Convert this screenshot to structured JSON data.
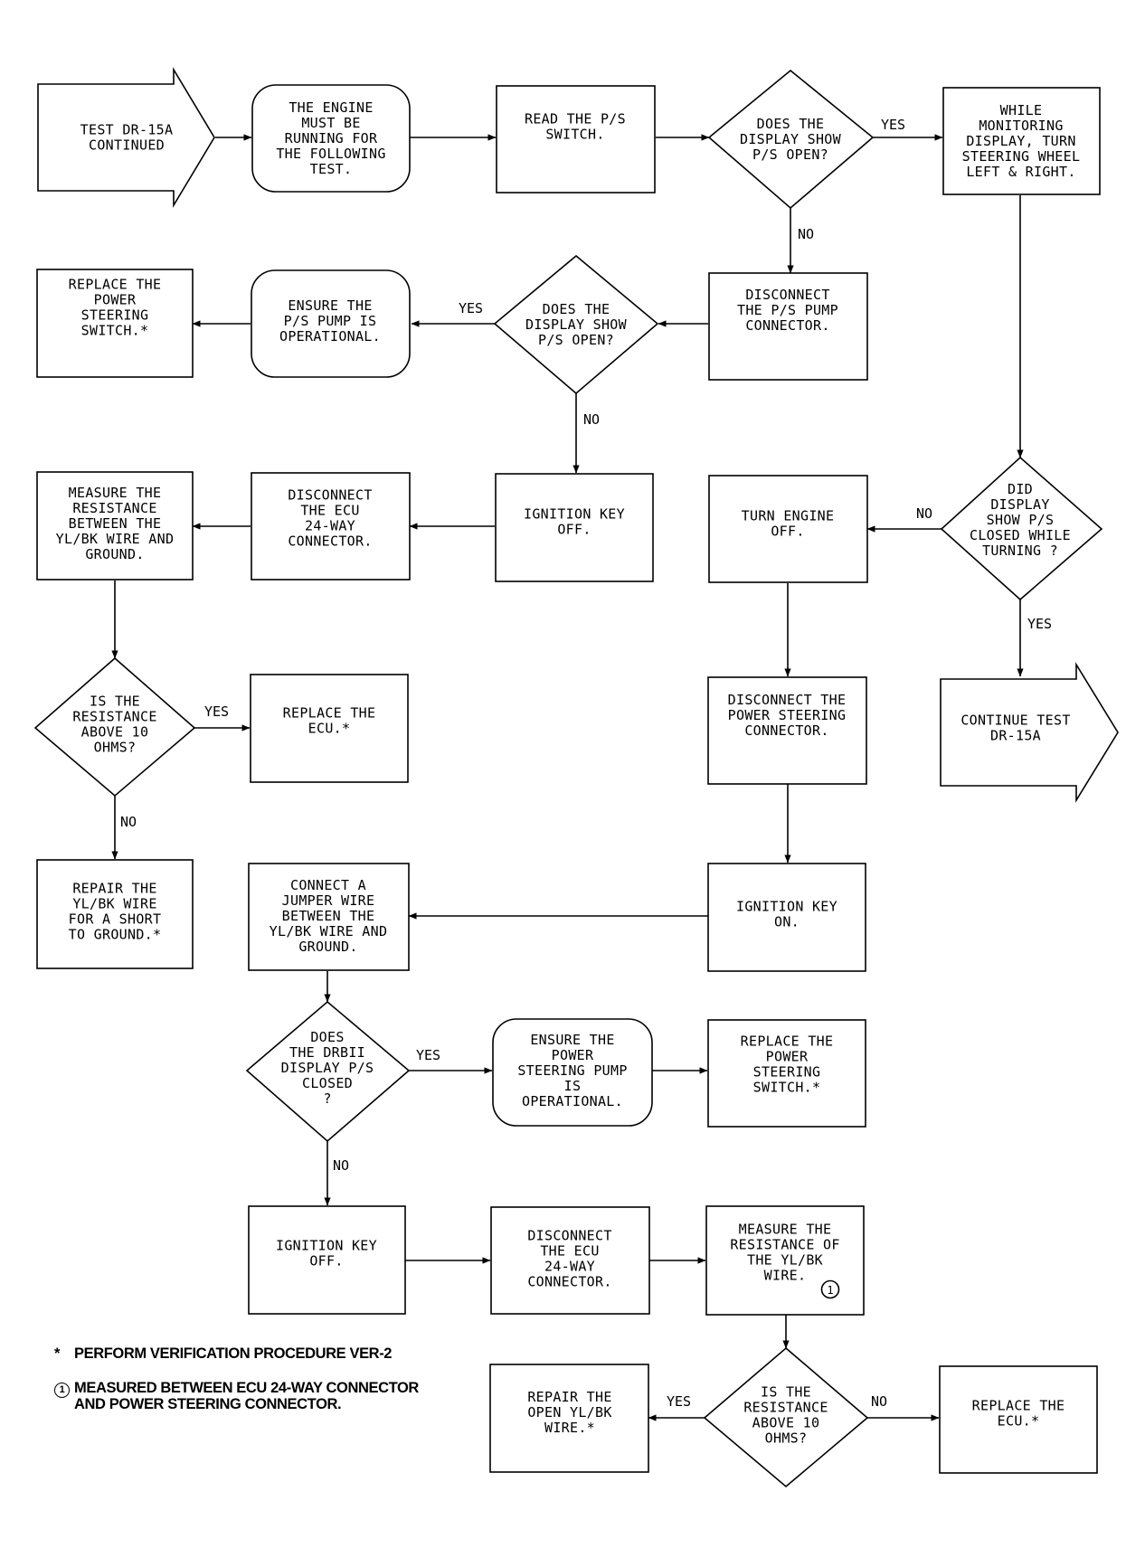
{
  "nodes": {
    "start": [
      "TEST DR-15A",
      "CONTINUED"
    ],
    "engine_running": [
      "THE ENGINE",
      "MUST BE",
      "RUNNING FOR",
      "THE FOLLOWING",
      "TEST."
    ],
    "read_ps": [
      "READ THE P/S",
      "SWITCH."
    ],
    "q_display_open": [
      "DOES THE",
      "DISPLAY SHOW",
      "P/S OPEN?"
    ],
    "monitoring": [
      "WHILE",
      "MONITORING",
      "DISPLAY, TURN",
      "STEERING WHEEL",
      "LEFT & RIGHT."
    ],
    "disconnect_pump": [
      "DISCONNECT",
      "THE P/S PUMP",
      "CONNECTOR."
    ],
    "q_display_open_2": [
      "DOES THE",
      "DISPLAY SHOW",
      "P/S OPEN?"
    ],
    "ensure_pump": [
      "ENSURE THE",
      "P/S PUMP IS",
      "OPERATIONAL."
    ],
    "replace_switch_1": [
      "REPLACE THE",
      "POWER",
      "STEERING",
      "SWITCH.*"
    ],
    "ignition_off_1": [
      "IGNITION KEY",
      "OFF."
    ],
    "disconnect_ecu_1": [
      "DISCONNECT",
      "THE ECU",
      "24-WAY",
      "CONNECTOR."
    ],
    "measure_res_1": [
      "MEASURE THE",
      "RESISTANCE",
      "BETWEEN THE",
      "YL/BK WIRE AND",
      "GROUND."
    ],
    "q_did_display": [
      "DID",
      "DISPLAY",
      "SHOW P/S",
      "CLOSED WHILE",
      "TURNING ?"
    ],
    "turn_engine_off": [
      "TURN ENGINE",
      "OFF."
    ],
    "continue": [
      "CONTINUE TEST",
      "DR-15A"
    ],
    "disconnect_ps_conn": [
      "DISCONNECT THE",
      "POWER STEERING",
      "CONNECTOR."
    ],
    "q_res_above_1": [
      "IS THE",
      "RESISTANCE",
      "ABOVE 10",
      "OHMS?"
    ],
    "replace_ecu_1": [
      "REPLACE THE",
      "ECU.*"
    ],
    "repair_short": [
      "REPAIR THE",
      "YL/BK WIRE",
      "FOR A SHORT",
      "TO GROUND.*"
    ],
    "ignition_on": [
      "IGNITION KEY",
      "ON."
    ],
    "connect_jumper": [
      "CONNECT A",
      "JUMPER WIRE",
      "BETWEEN THE",
      "YL/BK WIRE AND",
      "GROUND."
    ],
    "q_drbii": [
      "DOES",
      "THE DRBII",
      "DISPLAY P/S",
      "CLOSED",
      "?"
    ],
    "ensure_pump_2": [
      "ENSURE THE",
      "POWER",
      "STEERING PUMP",
      "IS",
      "OPERATIONAL."
    ],
    "replace_switch_2": [
      "REPLACE THE",
      "POWER",
      "STEERING",
      "SWITCH.*"
    ],
    "ignition_off_2": [
      "IGNITION KEY",
      "OFF."
    ],
    "disconnect_ecu_2": [
      "DISCONNECT",
      "THE ECU",
      "24-WAY",
      "CONNECTOR."
    ],
    "measure_res_2": [
      "MEASURE THE",
      "RESISTANCE OF",
      "THE YL/BK",
      "WIRE."
    ],
    "q_res_above_2": [
      "IS THE",
      "RESISTANCE",
      "ABOVE 10",
      "OHMS?"
    ],
    "repair_open": [
      "REPAIR THE",
      "OPEN YL/BK",
      "WIRE.*"
    ],
    "replace_ecu_2": [
      "REPLACE THE",
      "ECU.*"
    ]
  },
  "labels": {
    "yes": "YES",
    "no": "NO"
  },
  "footnote_marker": "1",
  "notes": [
    {
      "marker": "*",
      "text": "PERFORM VERIFICATION PROCEDURE VER-2"
    },
    {
      "marker": "1",
      "text": "MEASURED BETWEEN ECU 24-WAY CONNECTOR AND POWER STEERING CONNECTOR."
    }
  ]
}
